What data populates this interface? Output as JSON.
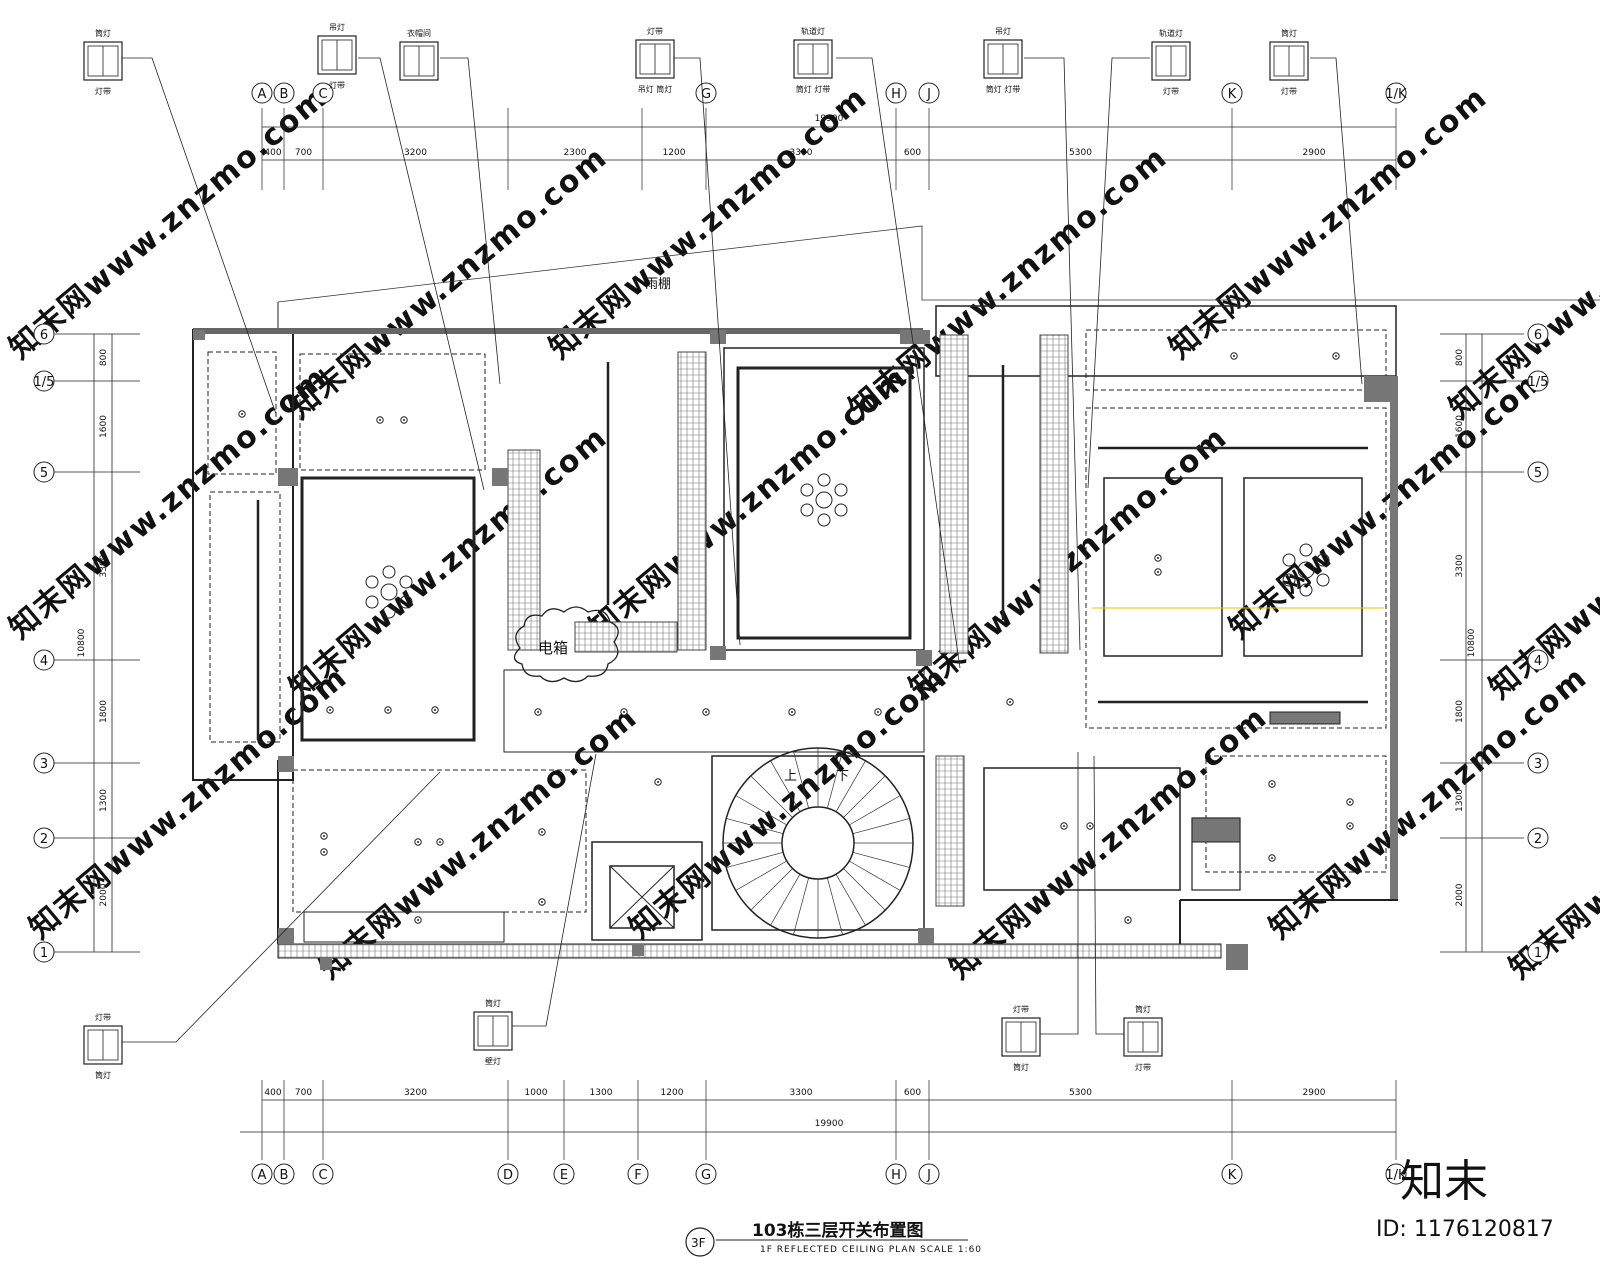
{
  "title": {
    "badge": "3F",
    "main": "103栋三层开关布置图",
    "sub": "1F REFLECTED CEILING PLAN  SCALE 1:60"
  },
  "grid_columns_top": [
    "A",
    "B",
    "C",
    "G",
    "H",
    "J",
    "K",
    "1/K"
  ],
  "grid_columns_bottom": [
    "A",
    "B",
    "C",
    "D",
    "E",
    "F",
    "G",
    "H",
    "J",
    "K",
    "1/K"
  ],
  "grid_rows": [
    "6",
    "1/5",
    "5",
    "4",
    "3",
    "2",
    "1"
  ],
  "dims_top_total": "19900",
  "dims_top": [
    "400",
    "700",
    "3200",
    "2300",
    "1200",
    "3300",
    "600",
    "5300",
    "2900"
  ],
  "dims_bottom_total": "19900",
  "dims_bottom": [
    "400",
    "700",
    "3200",
    "1000",
    "1300",
    "1200",
    "3300",
    "600",
    "5300",
    "2900"
  ],
  "dims_left_total": "10800",
  "dims_left": [
    "800",
    "1600",
    "3300",
    "1800",
    "1300",
    "2000"
  ],
  "dims_right_total": "10800",
  "dims_right": [
    "800",
    "1600",
    "3300",
    "1800",
    "1300",
    "2000"
  ],
  "room_labels": {
    "canopy": "雨棚",
    "electric_box": "电箱",
    "stair_up": "上",
    "stair_down": "下"
  },
  "switch_callouts": [
    {
      "top": "筒灯",
      "bottom": "灯带"
    },
    {
      "top": "吊灯",
      "bottom": "灯带"
    },
    {
      "top": "衣帽间",
      "bottom": ""
    },
    {
      "top": "灯带",
      "bottom": "吊灯 筒灯"
    },
    {
      "top": "轨道灯",
      "bottom": "筒灯 灯带"
    },
    {
      "top": "吊灯",
      "bottom": "筒灯 灯带"
    },
    {
      "top": "轨道灯",
      "bottom": "灯带"
    },
    {
      "top": "筒灯",
      "bottom": "灯带"
    },
    {
      "top": "灯带",
      "bottom": "筒灯"
    },
    {
      "top": "筒灯",
      "bottom": "壁灯"
    },
    {
      "top": "灯带",
      "bottom": "筒灯"
    },
    {
      "top": "筒灯",
      "bottom": "灯带"
    }
  ],
  "watermark": "知末网www.znzmo.com",
  "brand": "知末",
  "id_label": "ID: 1176120817"
}
